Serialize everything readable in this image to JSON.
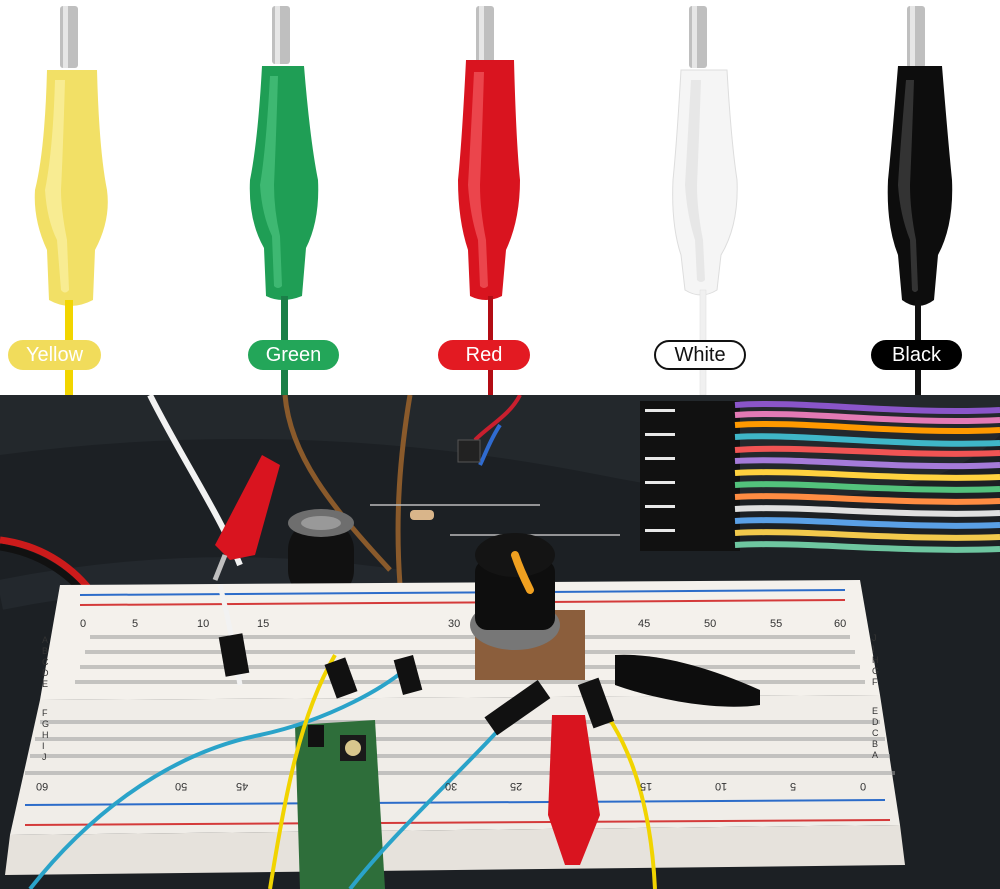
{
  "labels": {
    "yellow": "Yellow",
    "green": "Green",
    "red": "Red",
    "white": "White",
    "black": "Black"
  },
  "colors": {
    "yellow": "#f2e066",
    "green": "#1f9e55",
    "red": "#d9141f",
    "white": "#f5f5f5",
    "black": "#0d0d0d"
  },
  "breadboard": {
    "top_numbers": [
      "0",
      "5",
      "10",
      "15",
      "30",
      "45",
      "50",
      "55",
      "60"
    ],
    "bottom_numbers": [
      "60",
      "50",
      "45",
      "30",
      "25",
      "15",
      "10",
      "5",
      "0"
    ],
    "row_letters_left": [
      "A",
      "B",
      "C",
      "D",
      "E",
      "F",
      "G",
      "H",
      "I",
      "J"
    ],
    "row_letters_right": [
      "J",
      "I",
      "H",
      "G",
      "F",
      "E",
      "D",
      "C",
      "B",
      "A"
    ]
  }
}
